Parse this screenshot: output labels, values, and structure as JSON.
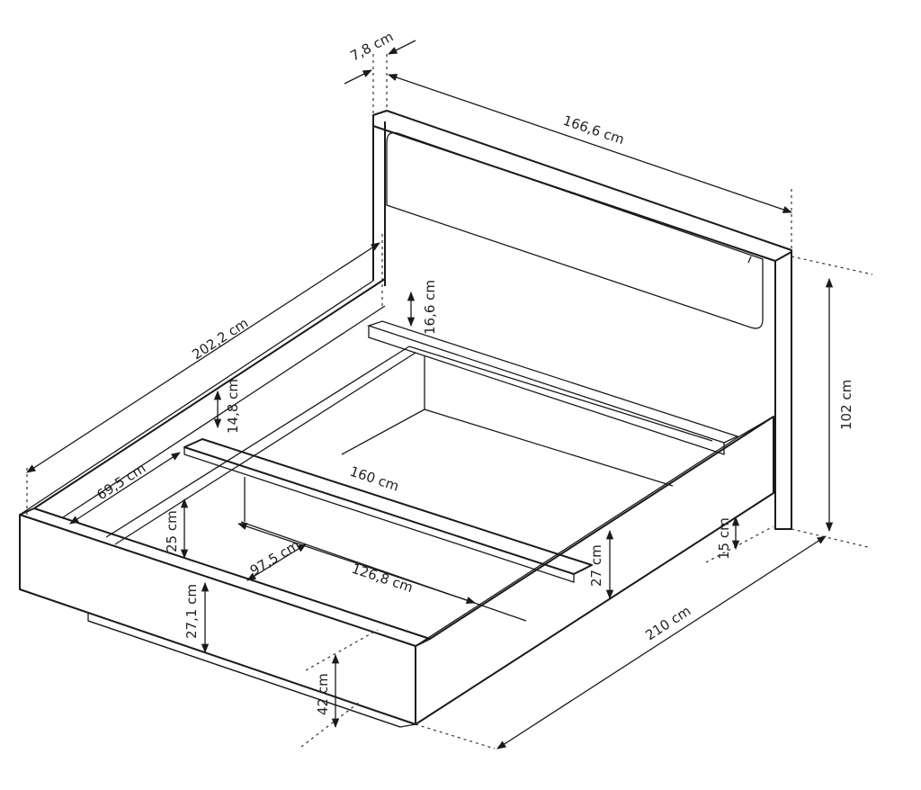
{
  "diagram": {
    "type": "bed dimension drawing",
    "line_color": "#1a1a1a",
    "dimensions": {
      "headboard_thickness": "7,8 cm",
      "headboard_width": "166,6 cm",
      "total_length_side": "202,2 cm",
      "headboard_panel_gap": "16,6 cm",
      "slat_height": "14,8 cm",
      "total_height": "102 cm",
      "inner_depth_front": "69,5 cm",
      "inner_width": "160 cm",
      "rail_inner_height": "25 cm",
      "drawer_depth": "97,5 cm",
      "drawer_width": "126,8 cm",
      "front_panel_height": "27,1 cm",
      "side_rail_height": "27 cm",
      "leg_clearance": "15 cm",
      "total_length": "210 cm",
      "floor_to_top": "42 cm"
    }
  }
}
